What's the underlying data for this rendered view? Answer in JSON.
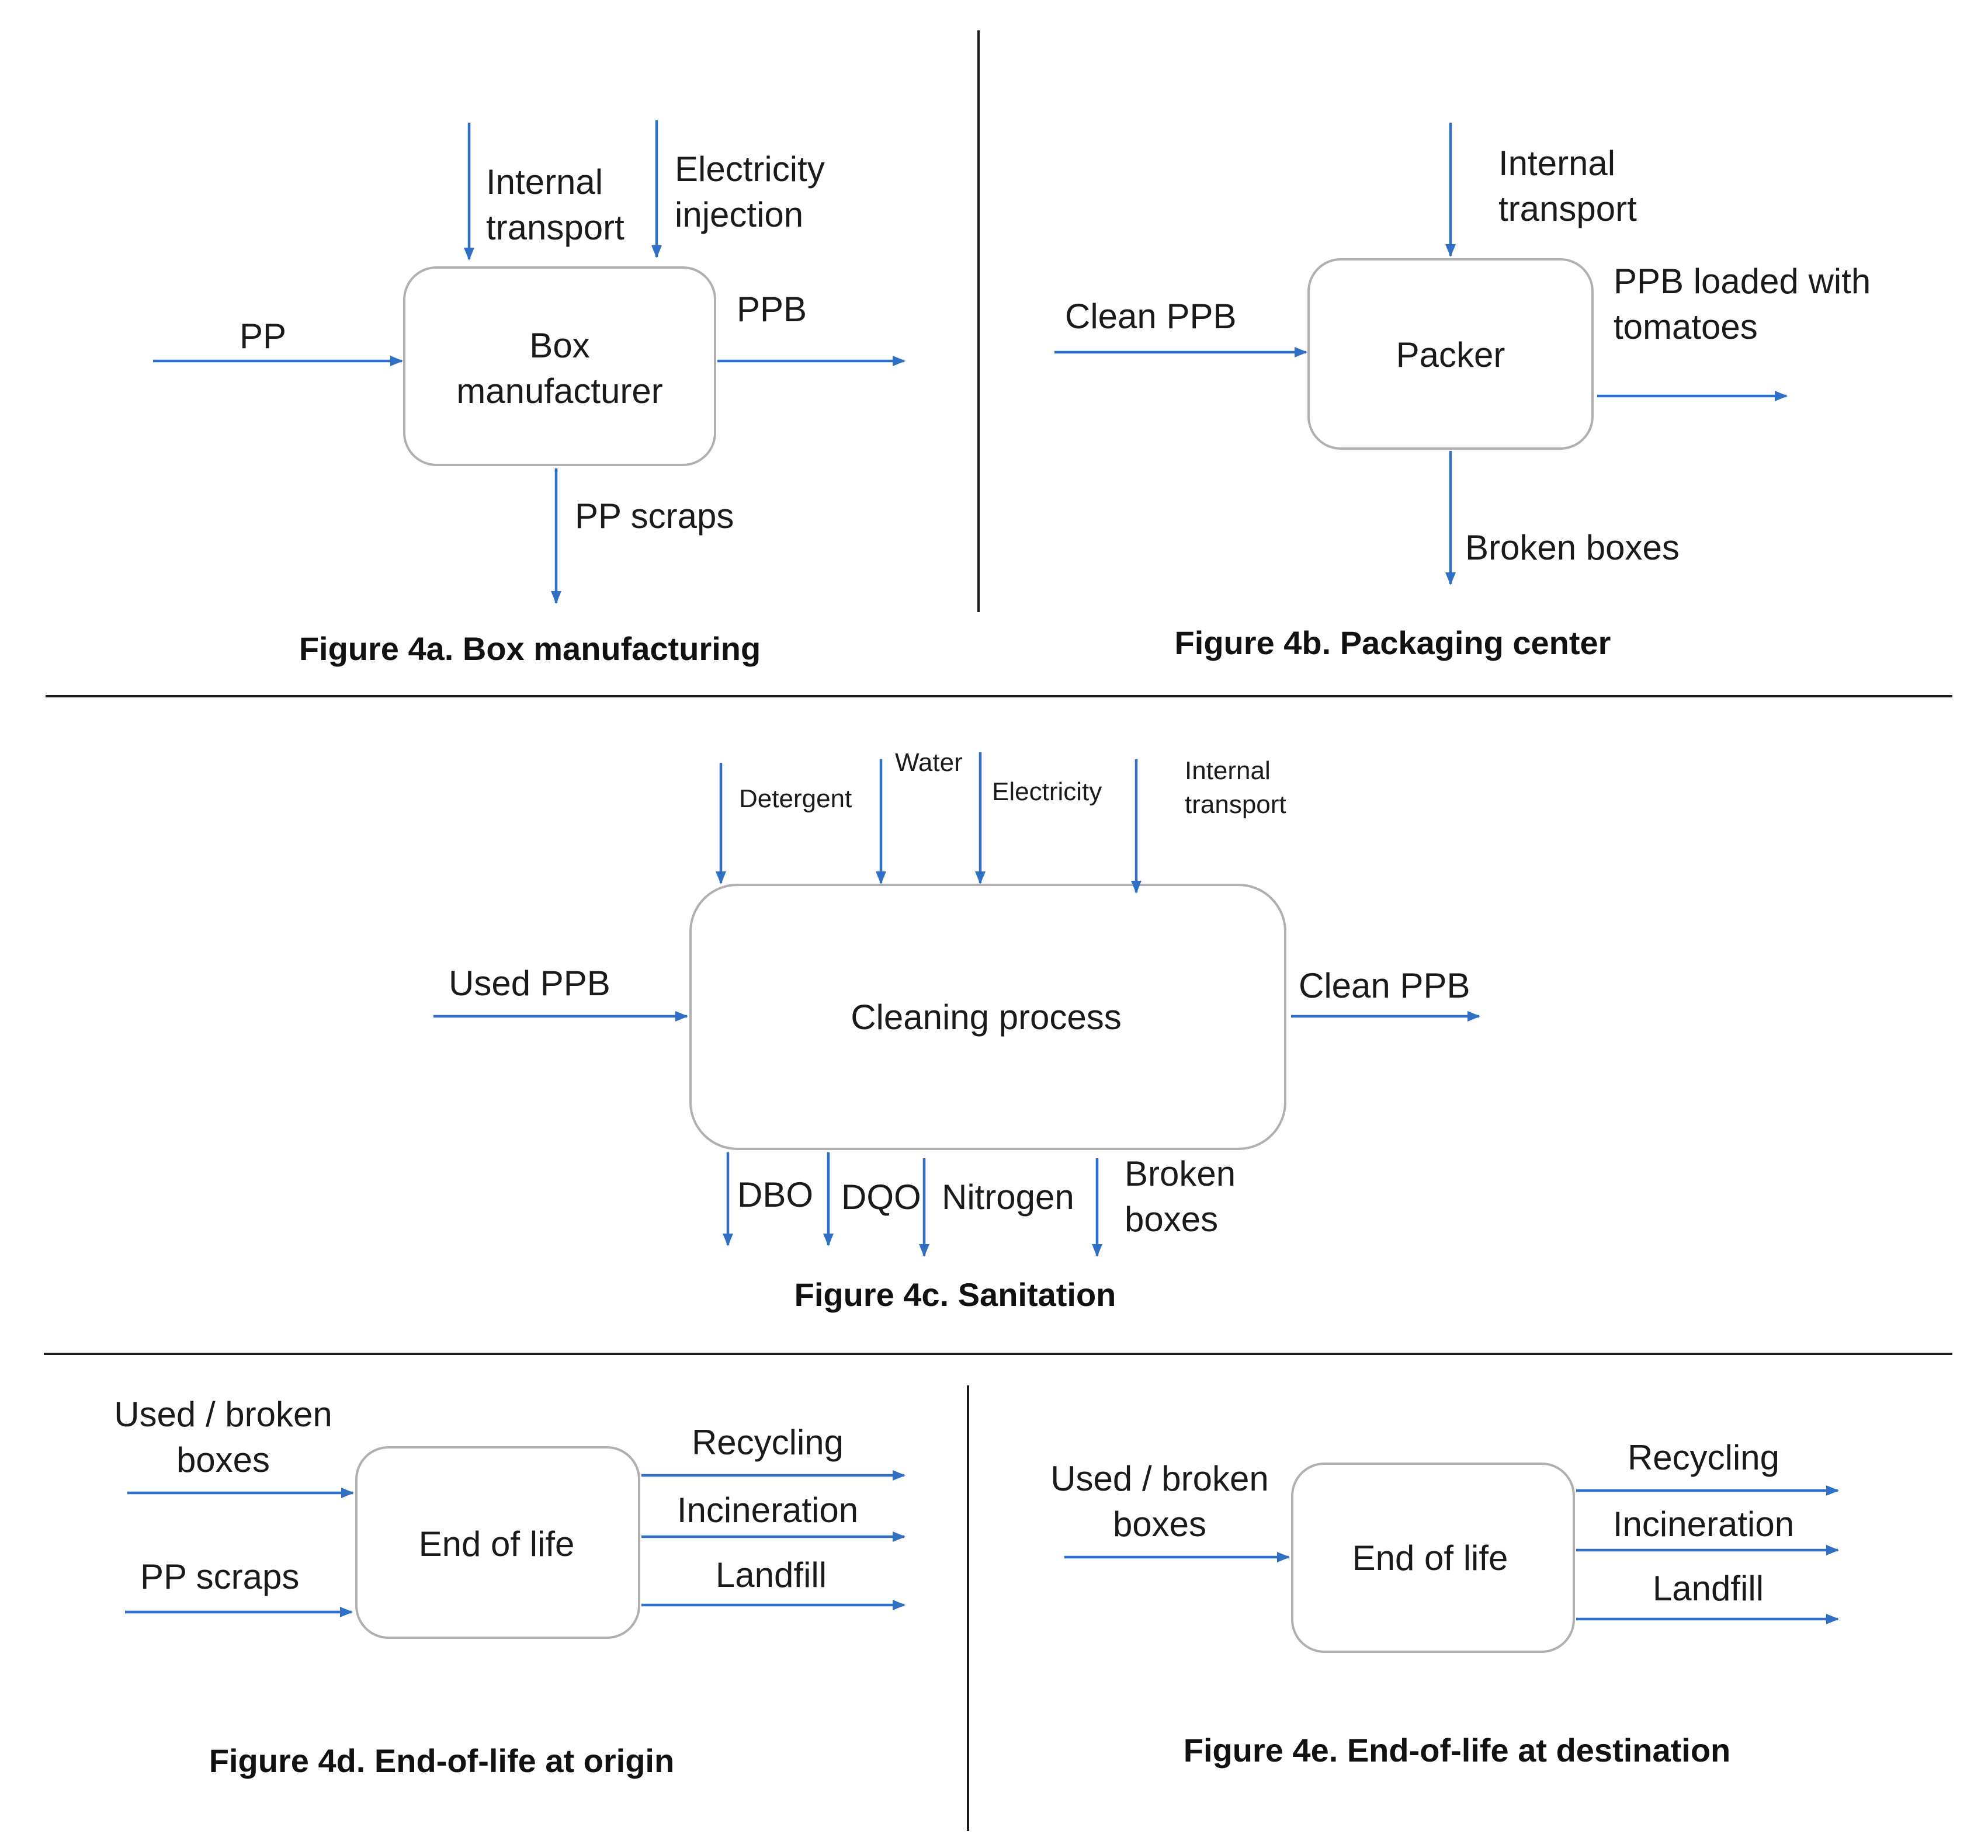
{
  "colors": {
    "arrow": "#2f6fc4",
    "box_stroke": "#b0b0b0",
    "text": "#1a1a1a"
  },
  "fig4a": {
    "box": [
      "Box",
      "manufacturer"
    ],
    "in_left": "PP",
    "in_top1": [
      "Internal",
      "transport"
    ],
    "in_top2": [
      "Electricity",
      "injection"
    ],
    "out_right": "PPB",
    "out_bottom": "PP scraps",
    "caption": "Figure 4a. Box manufacturing"
  },
  "fig4b": {
    "box": "Packer",
    "in_left": "Clean PPB",
    "in_top": [
      "Internal",
      "transport"
    ],
    "out_right": [
      "PPB loaded with",
      "tomatoes"
    ],
    "out_bottom": "Broken boxes",
    "caption": "Figure 4b. Packaging center"
  },
  "fig4c": {
    "box": "Cleaning process",
    "in_left": "Used PPB",
    "in_top": [
      "Detergent",
      "Water",
      "Electricity"
    ],
    "in_top4": [
      "Internal",
      "transport"
    ],
    "out_right": "Clean PPB",
    "out_bottom": [
      "DBO",
      "DQO",
      "Nitrogen"
    ],
    "out_bottom4": [
      "Broken",
      "boxes"
    ],
    "caption": "Figure 4c. Sanitation"
  },
  "fig4d": {
    "box": "End of life",
    "in1": [
      "Used / broken",
      "boxes"
    ],
    "in2": "PP scraps",
    "outs": [
      "Recycling",
      "Incineration",
      "Landfill"
    ],
    "caption": "Figure 4d. End-of-life at origin"
  },
  "fig4e": {
    "box": "End of life",
    "in1": [
      "Used / broken",
      "boxes"
    ],
    "outs": [
      "Recycling",
      "Incineration",
      "Landfill"
    ],
    "caption": "Figure 4e. End-of-life at destination"
  }
}
